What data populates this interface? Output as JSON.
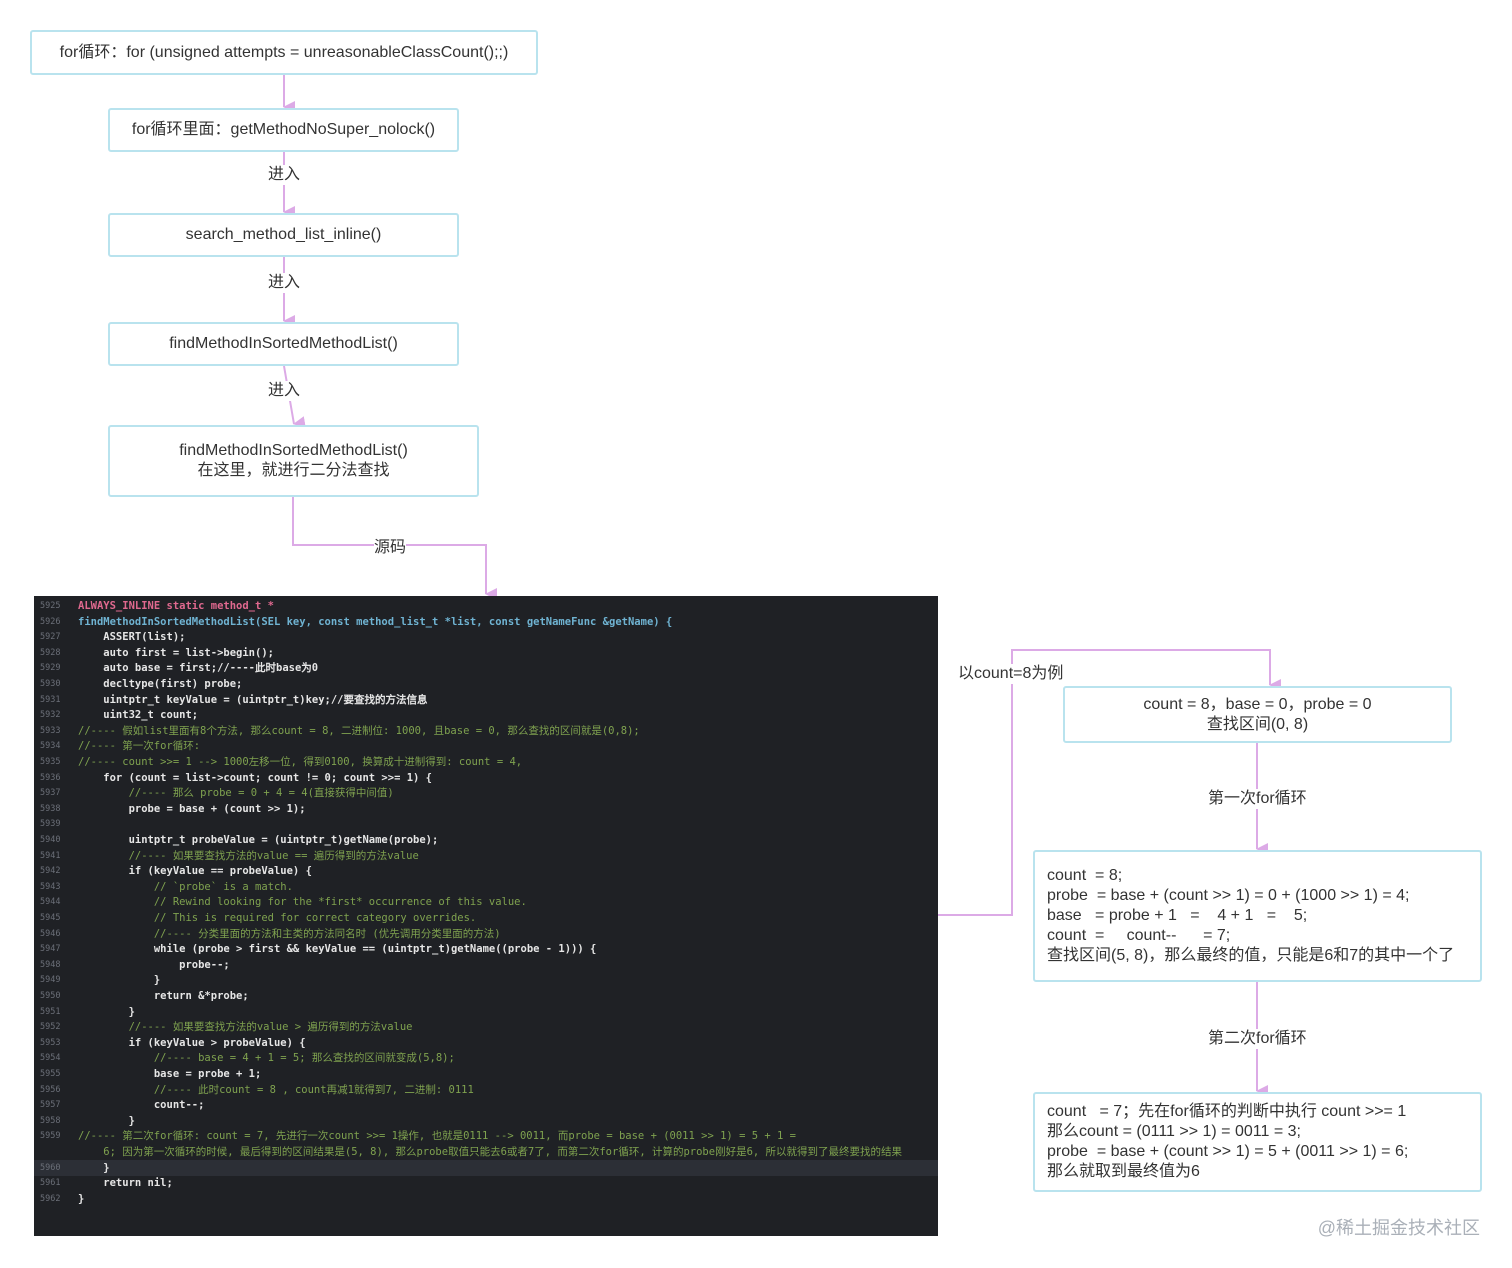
{
  "flow": {
    "step1": "for循环：for (unsigned attempts = unreasonableClassCount();;)",
    "step2": "for循环里面：getMethodNoSuper_nolock()",
    "edge2_label": "进入",
    "step3": "search_method_list_inline()",
    "edge3_label": "进入",
    "step4": "findMethodInSortedMethodList()",
    "edge4_label": "进入",
    "step5": "findMethodInSortedMethodList()\n在这里，就进行二分法查找",
    "edge5_label": "源码"
  },
  "example": {
    "label": "以count=8为例",
    "state0": "count = 8，base = 0，probe = 0\n查找区间(0, 8)",
    "loop1_label": "第一次for循环",
    "state1": "count  = 8;\nprobe  = base + (count >> 1) = 0 + (1000 >> 1) = 4;\nbase   = probe + 1   =    4 + 1   =    5;\ncount  =     count--      = 7;\n查找区间(5, 8)，那么最终的值，只能是6和7的其中一个了",
    "loop2_label": "第二次for循环",
    "state2": "count   = 7；先在for循环的判断中执行 count >>= 1\n那么count = (0111 >> 1) = 0011 = 3;\nprobe  = base + (count >> 1) = 5 + (0011 >> 1) = 6;\n那么就取到最终值为6"
  },
  "code_lines": [
    {
      "ln": "5925",
      "text": "ALWAYS_INLINE static method_t *",
      "cls": "kw"
    },
    {
      "ln": "5926",
      "text": "findMethodInSortedMethodList(SEL key, const method_list_t *list, const getNameFunc &getName) {",
      "cls": "fn"
    },
    {
      "ln": "5927",
      "text": "    ASSERT(list);",
      "cls": ""
    },
    {
      "ln": "5928",
      "text": "    auto first = list->begin();",
      "cls": ""
    },
    {
      "ln": "5929",
      "text": "    auto base = first;//----此时base为0",
      "cls": ""
    },
    {
      "ln": "5930",
      "text": "    decltype(first) probe;",
      "cls": ""
    },
    {
      "ln": "5931",
      "text": "    uintptr_t keyValue = (uintptr_t)key;//要查找的方法信息",
      "cls": ""
    },
    {
      "ln": "5932",
      "text": "    uint32_t count;",
      "cls": ""
    },
    {
      "ln": "5933",
      "text": "//---- 假如list里面有8个方法, 那么count = 8, 二进制位: 1000, 且base = 0, 那么查找的区间就是(0,8);",
      "cls": "cm"
    },
    {
      "ln": "5934",
      "text": "//---- 第一次for循环:",
      "cls": "cm"
    },
    {
      "ln": "5935",
      "text": "//---- count >>= 1 --> 1000左移一位, 得到0100, 换算成十进制得到: count = 4,",
      "cls": "cm"
    },
    {
      "ln": "5936",
      "text": "    for (count = list->count; count != 0; count >>= 1) {",
      "cls": ""
    },
    {
      "ln": "5937",
      "text": "        //---- 那么 probe = 0 + 4 = 4(直接获得中间值)",
      "cls": "cm"
    },
    {
      "ln": "5938",
      "text": "        probe = base + (count >> 1);",
      "cls": ""
    },
    {
      "ln": "5939",
      "text": "",
      "cls": ""
    },
    {
      "ln": "5940",
      "text": "        uintptr_t probeValue = (uintptr_t)getName(probe);",
      "cls": ""
    },
    {
      "ln": "5941",
      "text": "        //---- 如果要查找方法的value == 遍历得到的方法value",
      "cls": "cm"
    },
    {
      "ln": "5942",
      "text": "        if (keyValue == probeValue) {",
      "cls": ""
    },
    {
      "ln": "5943",
      "text": "            // `probe` is a match.",
      "cls": "cm"
    },
    {
      "ln": "5944",
      "text": "            // Rewind looking for the *first* occurrence of this value.",
      "cls": "cm"
    },
    {
      "ln": "5945",
      "text": "            // This is required for correct category overrides.",
      "cls": "cm"
    },
    {
      "ln": "5946",
      "text": "            //---- 分类里面的方法和主类的方法同名时 (优先调用分类里面的方法)",
      "cls": "cm"
    },
    {
      "ln": "5947",
      "text": "            while (probe > first && keyValue == (uintptr_t)getName((probe - 1))) {",
      "cls": ""
    },
    {
      "ln": "5948",
      "text": "                probe--;",
      "cls": ""
    },
    {
      "ln": "5949",
      "text": "            }",
      "cls": ""
    },
    {
      "ln": "5950",
      "text": "            return &*probe;",
      "cls": ""
    },
    {
      "ln": "5951",
      "text": "        }",
      "cls": ""
    },
    {
      "ln": "5952",
      "text": "        //---- 如果要查找方法的value > 遍历得到的方法value",
      "cls": "cm"
    },
    {
      "ln": "5953",
      "text": "        if (keyValue > probeValue) {",
      "cls": ""
    },
    {
      "ln": "5954",
      "text": "            //---- base = 4 + 1 = 5; 那么查找的区间就变成(5,8);",
      "cls": "cm"
    },
    {
      "ln": "5955",
      "text": "            base = probe + 1;",
      "cls": ""
    },
    {
      "ln": "5956",
      "text": "            //---- 此时count = 8 , count再减1就得到7, 二进制: 0111",
      "cls": "cm"
    },
    {
      "ln": "5957",
      "text": "            count--;",
      "cls": ""
    },
    {
      "ln": "5958",
      "text": "        }",
      "cls": ""
    },
    {
      "ln": "5959",
      "text": "//---- 第二次for循环: count = 7, 先进行一次count >>= 1操作, 也就是0111 --> 0011, 而probe = base + (0011 >> 1) = 5 + 1 =",
      "cls": "cm"
    },
    {
      "ln": "",
      "text": "    6; 因为第一次循环的时候, 最后得到的区间结果是(5, 8), 那么probe取值只能去6或者7了, 而第二次for循环, 计算的probe刚好是6, 所以就得到了最终要找的结果",
      "cls": "cm"
    },
    {
      "ln": "5960",
      "text": "    }",
      "cls": "",
      "hl": true
    },
    {
      "ln": "5961",
      "text": "    return nil;",
      "cls": ""
    },
    {
      "ln": "5962",
      "text": "}",
      "cls": ""
    }
  ],
  "watermark": "@稀土掘金技术社区",
  "colors": {
    "box_border": "#b9e3ee",
    "arrow": "#dcaae6",
    "code_bg": "#1f2125"
  }
}
